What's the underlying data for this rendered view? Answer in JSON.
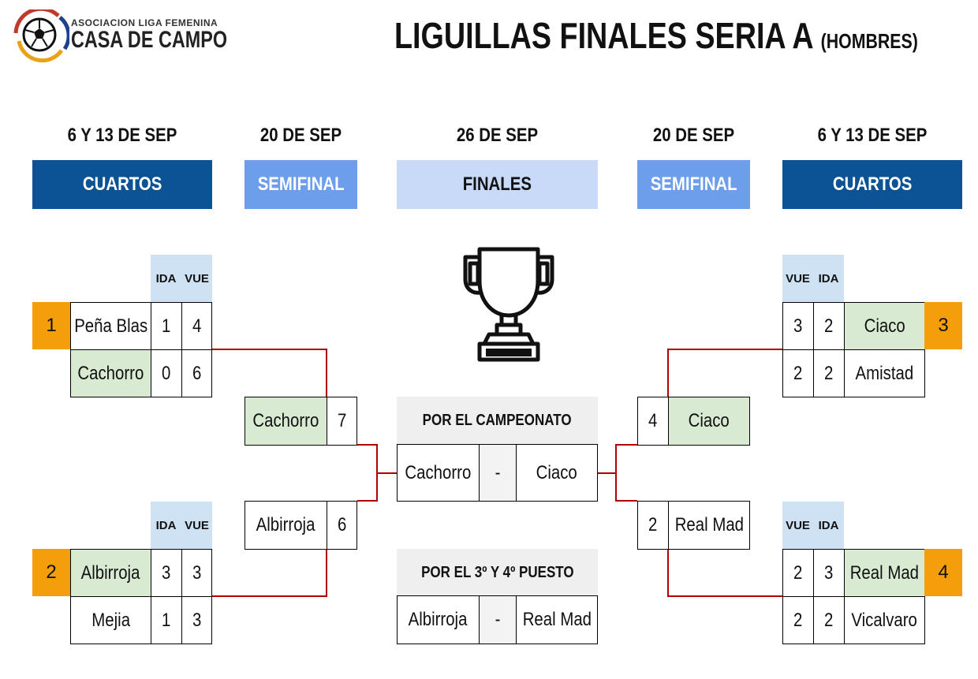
{
  "logo": {
    "top": "ASOCIACION LIGA FEMENINA",
    "main": "CASA DE CAMPO"
  },
  "title": {
    "main": "LIGUILLAS FINALES SERIA A",
    "sub": "(HOMBRES)"
  },
  "colors": {
    "dark_blue": "#0b5394",
    "mid_blue": "#6d9eeb",
    "light_blue": "#c9daf8",
    "seed": "#f59e0b",
    "winner": "#d9ead3",
    "connector": "#b00000"
  },
  "columns": {
    "left_quarters": {
      "date": "6 Y 13 DE SEP",
      "stage": "CUARTOS"
    },
    "left_semi": {
      "date": "20 DE SEP",
      "stage": "SEMIFINAL"
    },
    "final": {
      "date": "26 DE SEP",
      "stage": "FINALES"
    },
    "right_semi": {
      "date": "20 DE SEP",
      "stage": "SEMIFINAL"
    },
    "right_quarters": {
      "date": "6 Y 13 DE SEP",
      "stage": "CUARTOS"
    }
  },
  "left_q1": {
    "h1": "IDA",
    "h2": "VUE",
    "seed": "1",
    "teams": [
      {
        "name": "Peña Blas",
        "ida": "1",
        "vue": "4"
      },
      {
        "name": "Cachorro",
        "ida": "0",
        "vue": "6"
      }
    ]
  },
  "left_q2": {
    "h1": "IDA",
    "h2": "VUE",
    "seed": "2",
    "teams": [
      {
        "name": "Albirroja",
        "ida": "3",
        "vue": "3"
      },
      {
        "name": "Mejia",
        "ida": "1",
        "vue": "3"
      }
    ]
  },
  "right_q1": {
    "h1": "VUE",
    "h2": "IDA",
    "seed": "3",
    "teams": [
      {
        "name": "Ciaco",
        "vue": "3",
        "ida": "2"
      },
      {
        "name": "Amistad",
        "vue": "2",
        "ida": "2"
      }
    ]
  },
  "right_q2": {
    "h1": "VUE",
    "h2": "IDA",
    "seed": "4",
    "teams": [
      {
        "name": "Real Mad",
        "vue": "2",
        "ida": "3"
      },
      {
        "name": "Vicalvaro",
        "vue": "2",
        "ida": "2"
      }
    ]
  },
  "left_semi": [
    {
      "name": "Cachorro",
      "score": "7"
    },
    {
      "name": "Albirroja",
      "score": "6"
    }
  ],
  "right_semi": [
    {
      "name": "Ciaco",
      "score": "4"
    },
    {
      "name": "Real Mad",
      "score": "2"
    }
  ],
  "championship": {
    "title": "POR EL CAMPEONATO",
    "home": "Cachorro",
    "sep": "-",
    "away": "Ciaco"
  },
  "third_place": {
    "title": "POR EL 3º Y 4º PUESTO",
    "home": "Albirroja",
    "sep": "-",
    "away": "Real Mad"
  },
  "icons": {
    "trophy": "trophy-icon",
    "ball": "soccer-ball-icon"
  }
}
